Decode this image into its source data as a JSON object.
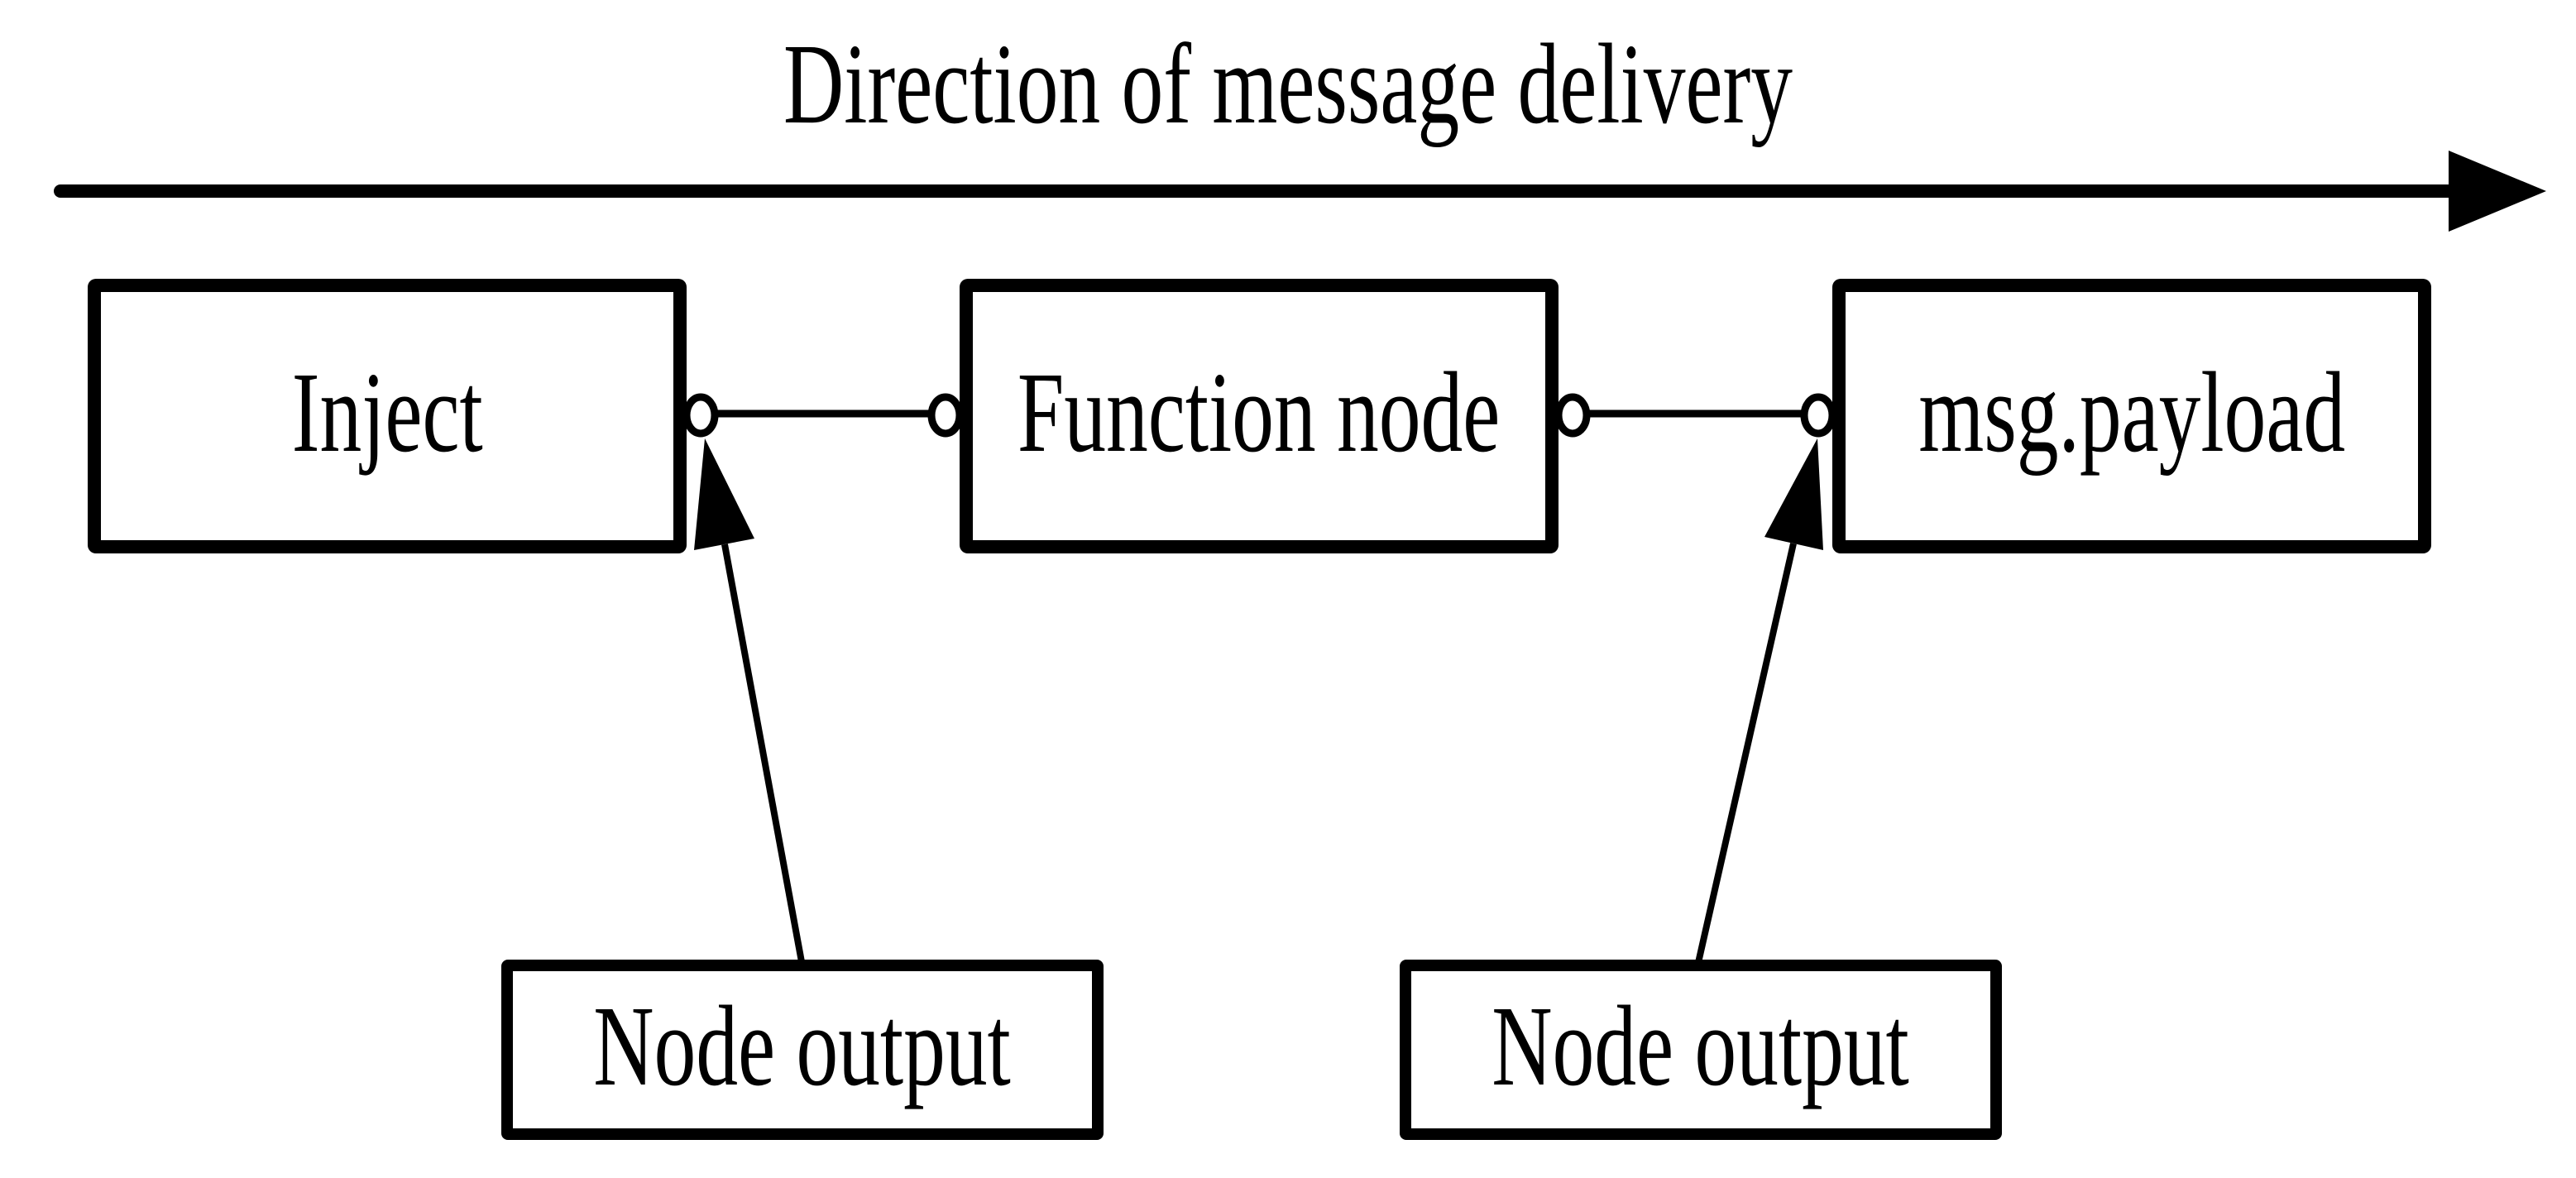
{
  "diagram": {
    "title": "Direction of message delivery",
    "direction": "left-to-right",
    "colors": {
      "ink": "#000000",
      "background": "#ffffff"
    },
    "nodes": [
      {
        "id": "inject",
        "label": "Inject"
      },
      {
        "id": "function-node",
        "label": "Function node"
      },
      {
        "id": "msg-payload",
        "label": "msg.payload"
      }
    ],
    "ports": [
      {
        "name": "inject-output-port"
      },
      {
        "name": "function-node-input-port"
      },
      {
        "name": "function-node-output-port"
      },
      {
        "name": "msg-payload-input-port"
      }
    ],
    "connections": [
      {
        "from": "inject",
        "to": "function-node"
      },
      {
        "from": "function-node",
        "to": "msg-payload"
      }
    ],
    "annotations": [
      {
        "label": "Node output",
        "target": "inject-output-port"
      },
      {
        "label": "Node output",
        "target": "function-node-output-port"
      }
    ]
  }
}
